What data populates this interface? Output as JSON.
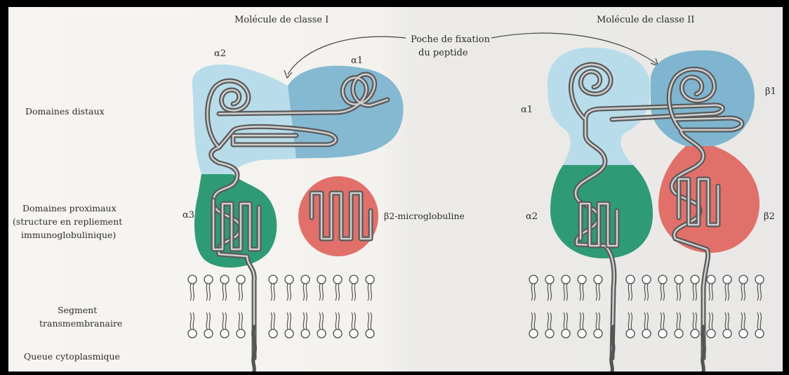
{
  "titles": {
    "class1": "Molécule de classe I",
    "class2": "Molécule de classe II"
  },
  "callouts": {
    "pocket_line1": "Poche de fixation",
    "pocket_line2": "du peptide"
  },
  "left_labels": {
    "distal": "Domaines distaux",
    "proximal_line1": "Domaines proximaux",
    "proximal_line2": "(structure en repliement",
    "proximal_line3": "immunoglobulinique)",
    "segment_line1": "Segment",
    "segment_line2": "transmembranaire",
    "tail": "Queue cytoplasmique"
  },
  "class1_domains": {
    "alpha1": "α1",
    "alpha2": "α2",
    "alpha3": "α3",
    "b2m": "β2-microglobuline"
  },
  "class2_domains": {
    "alpha1": "α1",
    "alpha2": "α2",
    "beta1": "β1",
    "beta2": "β2"
  },
  "colors": {
    "distal_light_blue": "#b9dcea",
    "distal_mid_blue": "#7fb5cf",
    "proximal_green": "#2f9b76",
    "b2m_red": "#e2706a",
    "chain": "#5a5a5a"
  }
}
